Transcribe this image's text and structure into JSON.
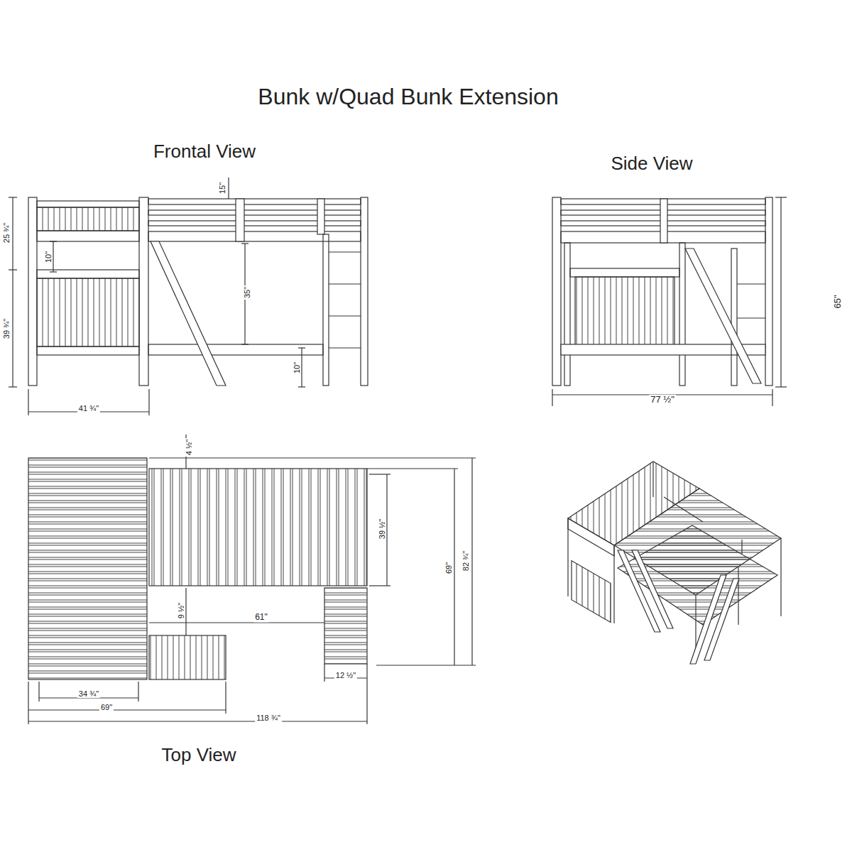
{
  "diagram": {
    "title": "Bunk w/Quad Bunk Extension",
    "labels": [
      "Frontal View",
      "Side View",
      "Top View",
      "25 ¾\"",
      "10\"",
      "39 ¾\"",
      "15\"",
      "35\"",
      "10\"",
      "41 ¾\"",
      "65\"",
      "77 ½\"",
      "4 ½\"",
      "39 ½\"",
      "69\"",
      "82 ¾\"",
      "9 ½\"",
      "61\"",
      "12 ½\"",
      "34 ¾\"",
      "69\"",
      "118 ¾\""
    ]
  }
}
